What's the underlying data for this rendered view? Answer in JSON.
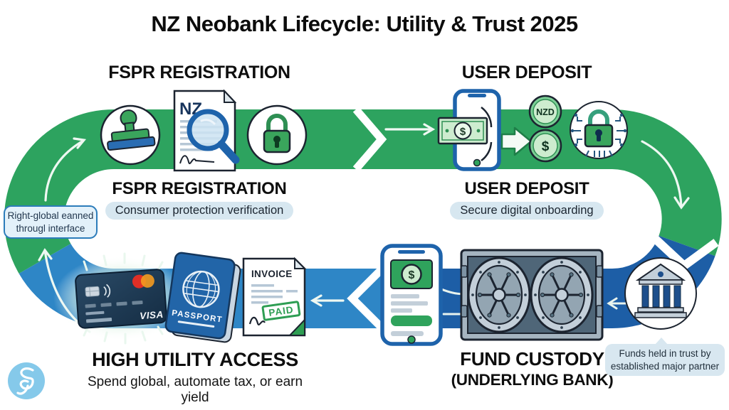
{
  "title": "NZ Neobank Lifecycle: Utility & Trust 2025",
  "stages": {
    "fspr": {
      "heading": "FSPR REGISTRATION",
      "label": "FSPR REGISTRATION",
      "pill": "Consumer protection verification",
      "doc_text": "NZ"
    },
    "deposit": {
      "heading": "USER DEPOSIT",
      "label": "USER DEPOSIT",
      "pill": "Secure digital onboarding",
      "note_symbol": "$",
      "coin_top": "NZD",
      "coin_bottom": "$"
    },
    "custody": {
      "label_line1": "FUND CUSTODY",
      "label_line2": "(UNDERLYING BANK)",
      "callout_line1": "Funds held in trust by",
      "callout_line2": "established major partner",
      "phone_symbol": "$"
    },
    "utility": {
      "label": "HIGH UTILITY ACCESS",
      "subtitle": "Spend global, automate tax, or earn yield",
      "invoice_title": "INVOICE",
      "invoice_stamp": "PAID",
      "passport_text": "PASSPORT",
      "card_brand": "VISA"
    }
  },
  "callout_left": {
    "line1": "Right-global eanned",
    "line2": "througl interface"
  },
  "colors": {
    "track_green": "#2da35f",
    "track_blue_dark": "#1d5ea6",
    "track_blue_light": "#2e86c6",
    "pill_bg": "#d7e7f0",
    "callout_bg": "#e3f1fa",
    "callout_border": "#2c7cba",
    "card_navy": "#1b2f45",
    "coin_green": "#cdeccf",
    "logo_blue": "#85c9ea"
  }
}
